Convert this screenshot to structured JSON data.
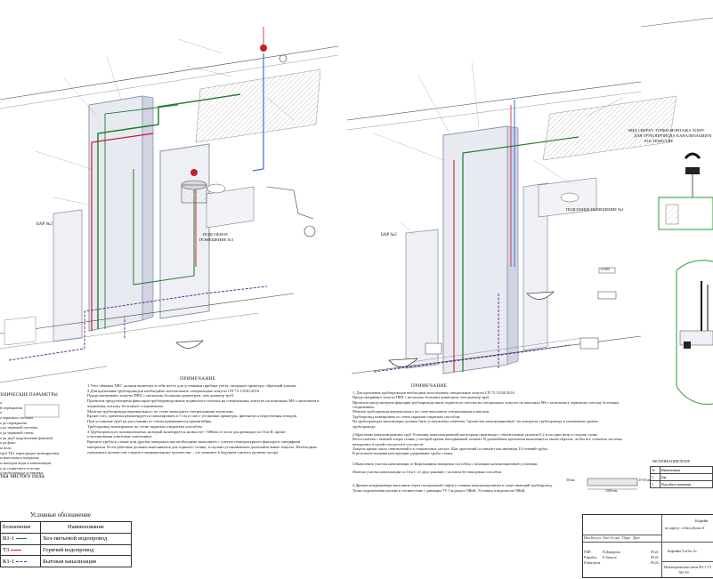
{
  "left_panel": {
    "bar_label": "БАР №2",
    "room_label_1": "ПОДСОБНОЕ",
    "room_label_2": "ПОМЕЩЕНИЕ №3",
    "note_title": "ПРИМЕЧАНИЕ",
    "notes": [
      "1.Узел обвязки ХВС должен включать в себя место для установки прибора учёта, запорную арматуру, обратный клапан.",
      "2.Для крепления трубопроводов необходимо использовать специальные хомуты СП 73.13330.2016.",
      "Предусматривают хомуты ПВХ с несколько большим диаметром, чем диаметр труб.",
      "Проектом предусмотрена фиксация трубопровода выше подвесного потолка на специальных хомутах на шпильках М6 с монтажом в",
      "черновому потолку болтовым соединением.",
      "Монтаж трубопровода вертикального по стене выполнить специальными клипсами.",
      "Кроме того, крепежи рекомендуется смонтировать в 5 см от мест установки арматуры, фитингов и пересечения отводов.",
      "При установке труб на расстоянии от стены применяются кронштейны.",
      "Трубопровод монтировать по стене скрытым открытым способом.",
      "3.Трубопровод из полипропилена, который монтируется на высоте +300мм от пола для разводки по Оси И, кроме",
      "пластиковыми клипсами сантехники.",
      "Крепить трубы к стенке или другим поверхностям необходимо выполнить с учетом температурного фактора и специфики",
      "материала. Если действия должны выполняться для горячего стояка, то нужно устанавливать дополнительные хомуты. Необходимо",
      "уменьшить количество стыков к минимальному количеству – это поможет в будущем снизить уровень засора."
    ],
    "params_title": "ХНИЧЕСКИЕ ПАРАМЕТРЫ",
    "params": [
      "а",
      "й перекрытия",
      "а",
      "а чернового потолка",
      "а до перекрытия",
      "а до черновой системы",
      "а до черновой стены",
      "а до труб подключения фановой",
      "а до фано",
      "ы пола",
      "труб ТКс перегородки монтируемые",
      "ы напольного покрытия",
      "ы выходов воды и канализации",
      "а до подвесного потолка",
      "а трубопровода установки"
    ],
    "floor_mark": "тка  чистого пола"
  },
  "center_panel": {
    "bar_label": "БАР №2",
    "room_label": "ПОДСОБНОЕ ПОМЕЩЕНИЕ №3",
    "level_mark": "+0.000",
    "note_title": "ПРИМЕЧАНИЕ",
    "notes": [
      "1. Для крепления трубопроводов необходимо использовать специальные хомуты СП 73.13330.2016.",
      "Предусматривают хомуты ПВХ с несколько большим диаметром, чем диаметр труб.",
      "Проектом предусмотрена фиксация трубопровода выше подвесного потолка на специальных хомутах на шпильках М6 с монтажом к черновому потолку болтовым",
      "соединением.",
      "Монтаж трубопровода вертикального по стене выполнить специальными клипсами.",
      "Трубопровод монтировать по стене скрытым открытым способом.",
      "На трубопроводах канализации должны быть установлены элементы \"прочистки канализационные\" на поворотах трубопровода, в изменениях уровня",
      "трубопровода.",
      "2.Крепление канализационных труб Установку канализационной магистрали производят с обязательным уклоном 0,2 м на один метр в сторону слива.",
      "Вести монтаж с нижней опоры стояка, у которой крепят неподвижный элемент. В дальнейшем крепления выполняются таким образом, чтобы все сегменты системы",
      "находились в одной плоскости и соосности.",
      "Хомуты крепят около ответвлений и в стыковочных местах. Шаг креплений составляет как минимум 10 сечений трубы.",
      "В результате влияния конструкции удерживают трубы стояка.",
      "3.Выполнить участок канализации от Кофемашины напорным способом с помощью канализационной установки.",
      "Монтаж участка канализации по Оси С от двух раковин с уклоном без напорным способом.",
      "4.Дренаж кондиционера выполнить через специальный сифон к стоякам канализационным в существующий трубопровод.",
      "Точка подключения указана в соответствие с данными ТУ. См.раздел ОВиК. Уточнять в ведомости ОВиК."
    ],
    "dim_1": "30 мм",
    "dim_2": "1000 мм",
    "dim_3": "Ø 50 мм"
  },
  "right_panel": {
    "title_1": "ВИД СВЕРХУ. ТОЧКИ МОНТАЖА ХОМУ",
    "title_2": "ДЛЯ ТРУБОПРОВОДА КАНАЛИЗАЦИИ В",
    "title_3": "РОСТРАНСТВЕ",
    "expl_title": "ЭКСПЛИКАЦИЯ ПОМЕ",
    "expl_header": [
      "№",
      "Наименовани"
    ],
    "expl_rows": [
      [
        "2",
        "Бар"
      ],
      [
        "3",
        "Подсобное помещени"
      ]
    ]
  },
  "legend": {
    "title": "Условные обозначение",
    "rows": [
      {
        "code": "В1-1",
        "name": "Хоз-питьевой водопровод",
        "color": "#1f7a2e"
      },
      {
        "code": "Т3",
        "name": "Горячий  водопровод",
        "color": "#c42026"
      },
      {
        "code": "К1-1",
        "name": "Бытовая канализация",
        "color": "#6a2f8f"
      }
    ],
    "header": [
      "бозначение",
      "Наименование"
    ]
  },
  "stamp": {
    "project": "Кофейн",
    "address": "по адресу: г.Омск,Бульв А",
    "customer": "Кофейня\"Coffee Ас",
    "drawing_title": "Изометрическая схема В1-1,Т3",
    "scale": "М1:50",
    "cols": [
      "Изм.",
      "Кол.уч",
      "Лист",
      "№ док",
      "Подп.",
      "Дата"
    ],
    "roles": [
      "ГИП",
      "Разработ.",
      "Н.контроль"
    ],
    "names": [
      "Н.Дмитрова",
      "Е.Апполо"
    ],
    "dates": [
      "09.24",
      "09.24",
      "09.24"
    ]
  },
  "colors": {
    "cold_water": "#1f7a2e",
    "hot_water": "#c42026",
    "sewer": "#6a2f8f",
    "wall": "#8f95ac",
    "riser": "#3b6fd8"
  }
}
